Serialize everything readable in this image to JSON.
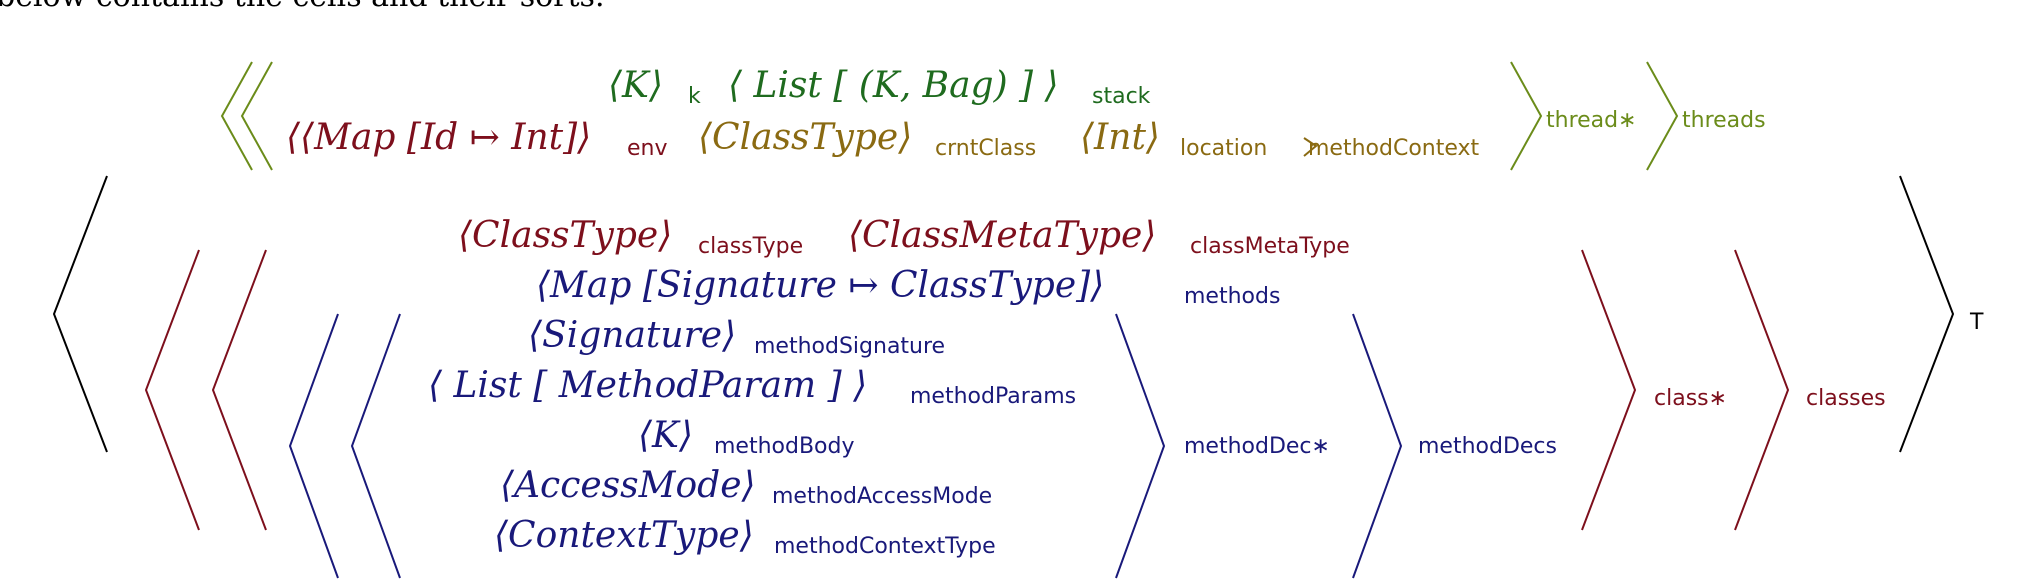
{
  "intro_text": "below contains the cells and their sorts.",
  "colors": {
    "thread_group": "#6b8c1a",
    "thread_inner": "#1f6b1f",
    "env": "#7d0f1c",
    "method_context": "#8a6a12",
    "class": "#7d0f1c",
    "method": "#19197a",
    "top": "#000000"
  },
  "threads_row1": {
    "k_cell": "⟨K⟩",
    "k_label": "k",
    "stack_cell": "⟨ List [ (K, Bag) ] ⟩",
    "stack_label": "stack"
  },
  "threads_row2": {
    "env_cell": "⟨⟨Map [Id ↦ Int]⟩",
    "env_label": "env",
    "crnt_cell": "⟨ClassType⟩",
    "crnt_label": "crntClass",
    "loc_cell": "⟨Int⟩",
    "loc_label": "location",
    "method_context_label": "methodContext",
    "thread_label": "thread∗",
    "threads_label": "threads"
  },
  "classes": {
    "class_type_cell": "⟨ClassType⟩",
    "class_type_label": "classType",
    "class_meta_cell": "⟨ClassMetaType⟩",
    "class_meta_label": "classMetaType",
    "methods_cell": "⟨Map [Signature ↦ ClassType]⟩",
    "methods_label": "methods",
    "class_label": "class∗",
    "classes_label": "classes"
  },
  "method_dec": {
    "signature_cell": "⟨Signature⟩",
    "signature_label": "methodSignature",
    "params_cell": "⟨ List [ MethodParam ] ⟩",
    "params_label": "methodParams",
    "body_cell": "⟨K⟩",
    "body_label": "methodBody",
    "access_cell": "⟨AccessMode⟩",
    "access_label": "methodAccessMode",
    "context_cell": "⟨ContextType⟩",
    "context_label": "methodContextType",
    "method_dec_label": "methodDec∗",
    "method_decs_label": "methodDecs"
  },
  "top_label": "T"
}
